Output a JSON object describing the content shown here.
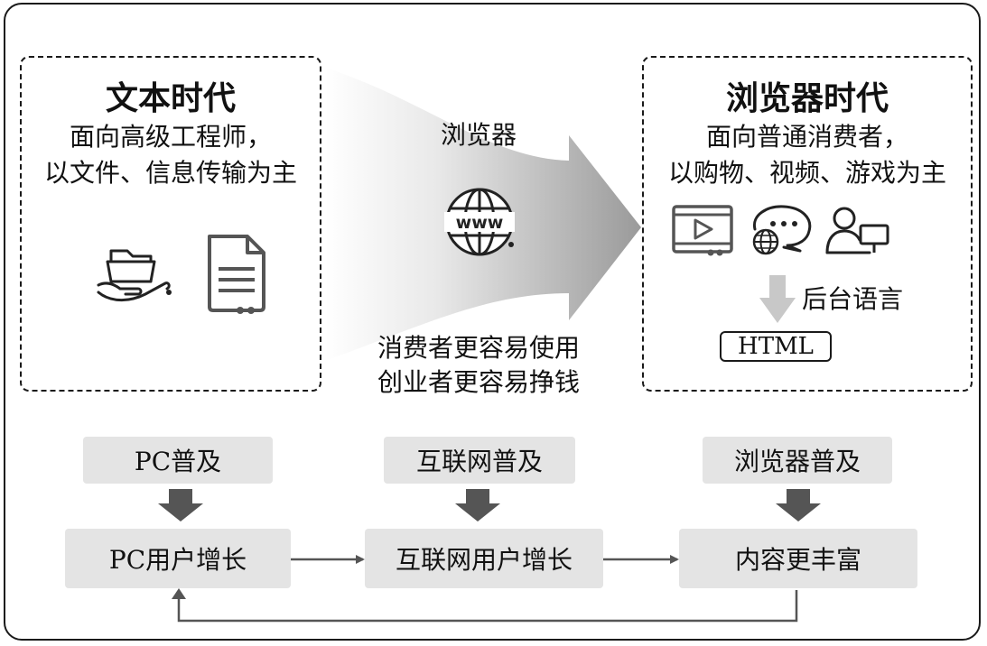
{
  "text_era": {
    "title": "文本时代",
    "line1": "面向高级工程师，",
    "line2": "以文件、信息传输为主"
  },
  "browser_era": {
    "title": "浏览器时代",
    "line1": "面向普通消费者，",
    "line2": "以购物、视频、游戏为主",
    "backend_label": "后台语言",
    "html_label": "HTML"
  },
  "arrow": {
    "label": "浏览器",
    "www": "www",
    "caption1": "消费者更容易使用",
    "caption2": "创业者更容易挣钱"
  },
  "flow": {
    "pc_popular": "PC普及",
    "internet_popular": "互联网普及",
    "browser_popular": "浏览器普及",
    "pc_users": "PC用户增长",
    "internet_users": "互联网用户增长",
    "richer_content": "内容更丰富"
  }
}
